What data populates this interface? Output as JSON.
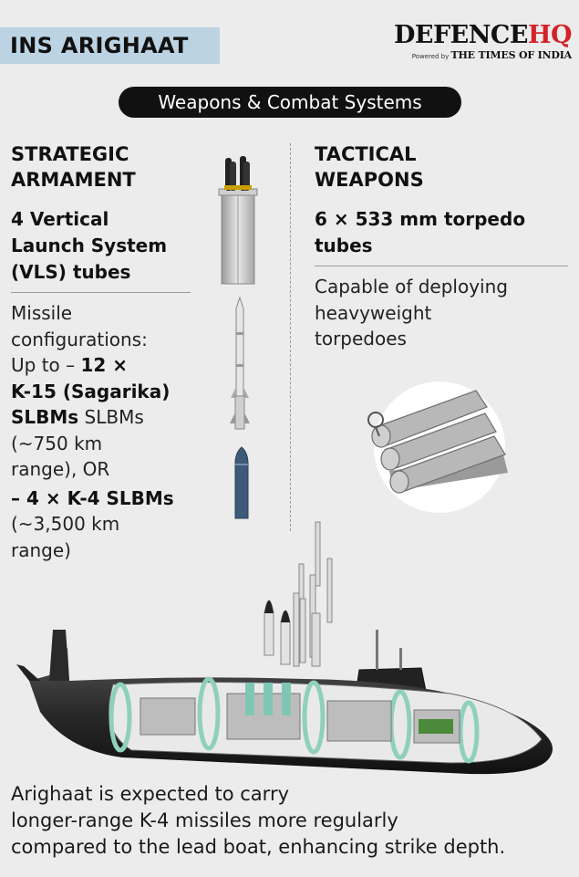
{
  "header": {
    "title": "INS ARIGHAAT",
    "logo_main": "DEFENCE",
    "logo_accent": "HQ",
    "logo_powered": "Powered by",
    "logo_sub": "THE TIMES OF INDIA"
  },
  "section_pill": "Weapons & Combat Systems",
  "strategic": {
    "title_line1": "STRATEGIC",
    "title_line2": "ARMAMENT",
    "vls_line1": "4 Vertical",
    "vls_line2": "Launch System",
    "vls_line3": "(VLS) tubes",
    "cfg_line1": "Missile",
    "cfg_line2": "configurations:",
    "cfg_line3_pre": "Up to – ",
    "cfg_line3_bold": "12 ×",
    "cfg_line4": "K-15 (Sagarika)",
    "cfg_line5_bold": "SLBMs",
    "cfg_line5_rest": " SLBMs",
    "cfg_line6": "(~750 km",
    "cfg_line7": "range), OR",
    "cfg_line8": "– 4 × K-4 SLBMs",
    "cfg_line9": "(~3,500 km",
    "cfg_line10": "range)"
  },
  "tactical": {
    "title_line1": "TACTICAL",
    "title_line2": "WEAPONS",
    "torp_line1": "6 × 533 mm torpedo",
    "torp_line2": "tubes",
    "desc_line1": "Capable of deploying",
    "desc_line2": "heavyweight",
    "desc_line3": "torpedoes"
  },
  "footer": {
    "line1": "Arighaat is expected to carry",
    "line2": "longer-range K-4 missiles more regularly",
    "line3": "compared to the lead boat, enhancing strike depth."
  },
  "colors": {
    "background": "#ececec",
    "title_box": "#bcd3e3",
    "pill": "#111111",
    "logo_accent": "#d2232a"
  },
  "icons": [
    "vls-canister-icon",
    "k15-missile-icon",
    "k4-missile-icon",
    "torpedo-tubes-icon",
    "submarine-cutaway-icon"
  ]
}
